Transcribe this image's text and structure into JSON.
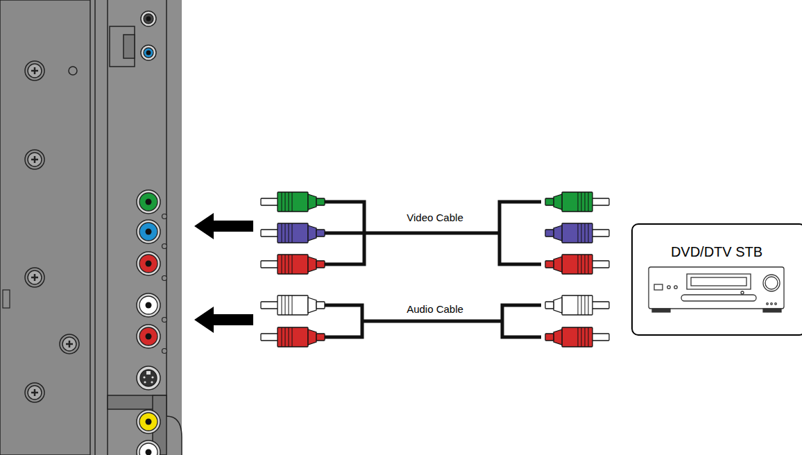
{
  "diagram": {
    "nodes": [
      {
        "text": [
          "DVD/DTV STB"
        ]
      }
    ],
    "labels": [
      "Video Cable",
      "Audio Cable"
    ]
  }
}
